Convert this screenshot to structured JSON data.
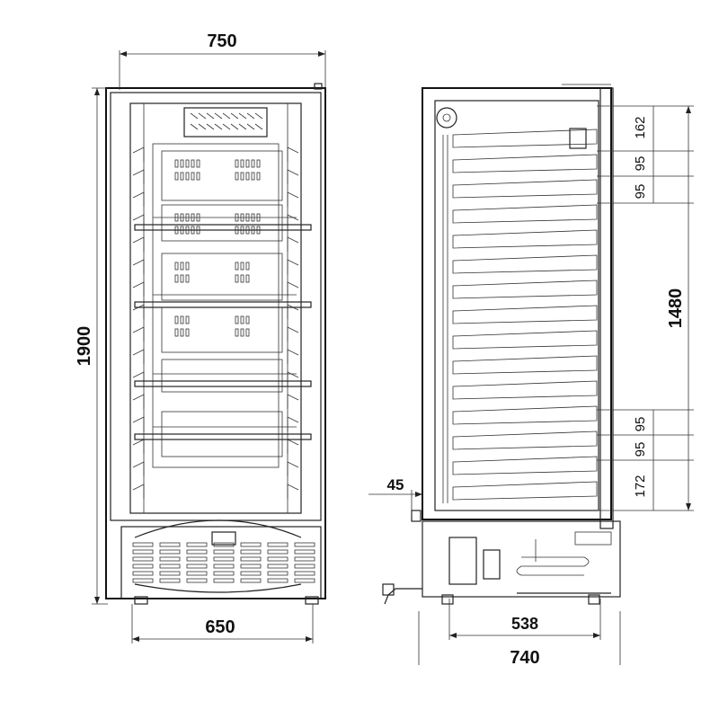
{
  "front_view": {
    "width_top": "750",
    "height": "1900",
    "width_bottom": "650"
  },
  "side_view": {
    "total_height": "1480",
    "gaps_top": [
      "162",
      "95",
      "95"
    ],
    "gaps_bottom": [
      "95",
      "95",
      "172"
    ],
    "door_offset": "45",
    "depth_inner": "538",
    "depth_total": "740"
  }
}
